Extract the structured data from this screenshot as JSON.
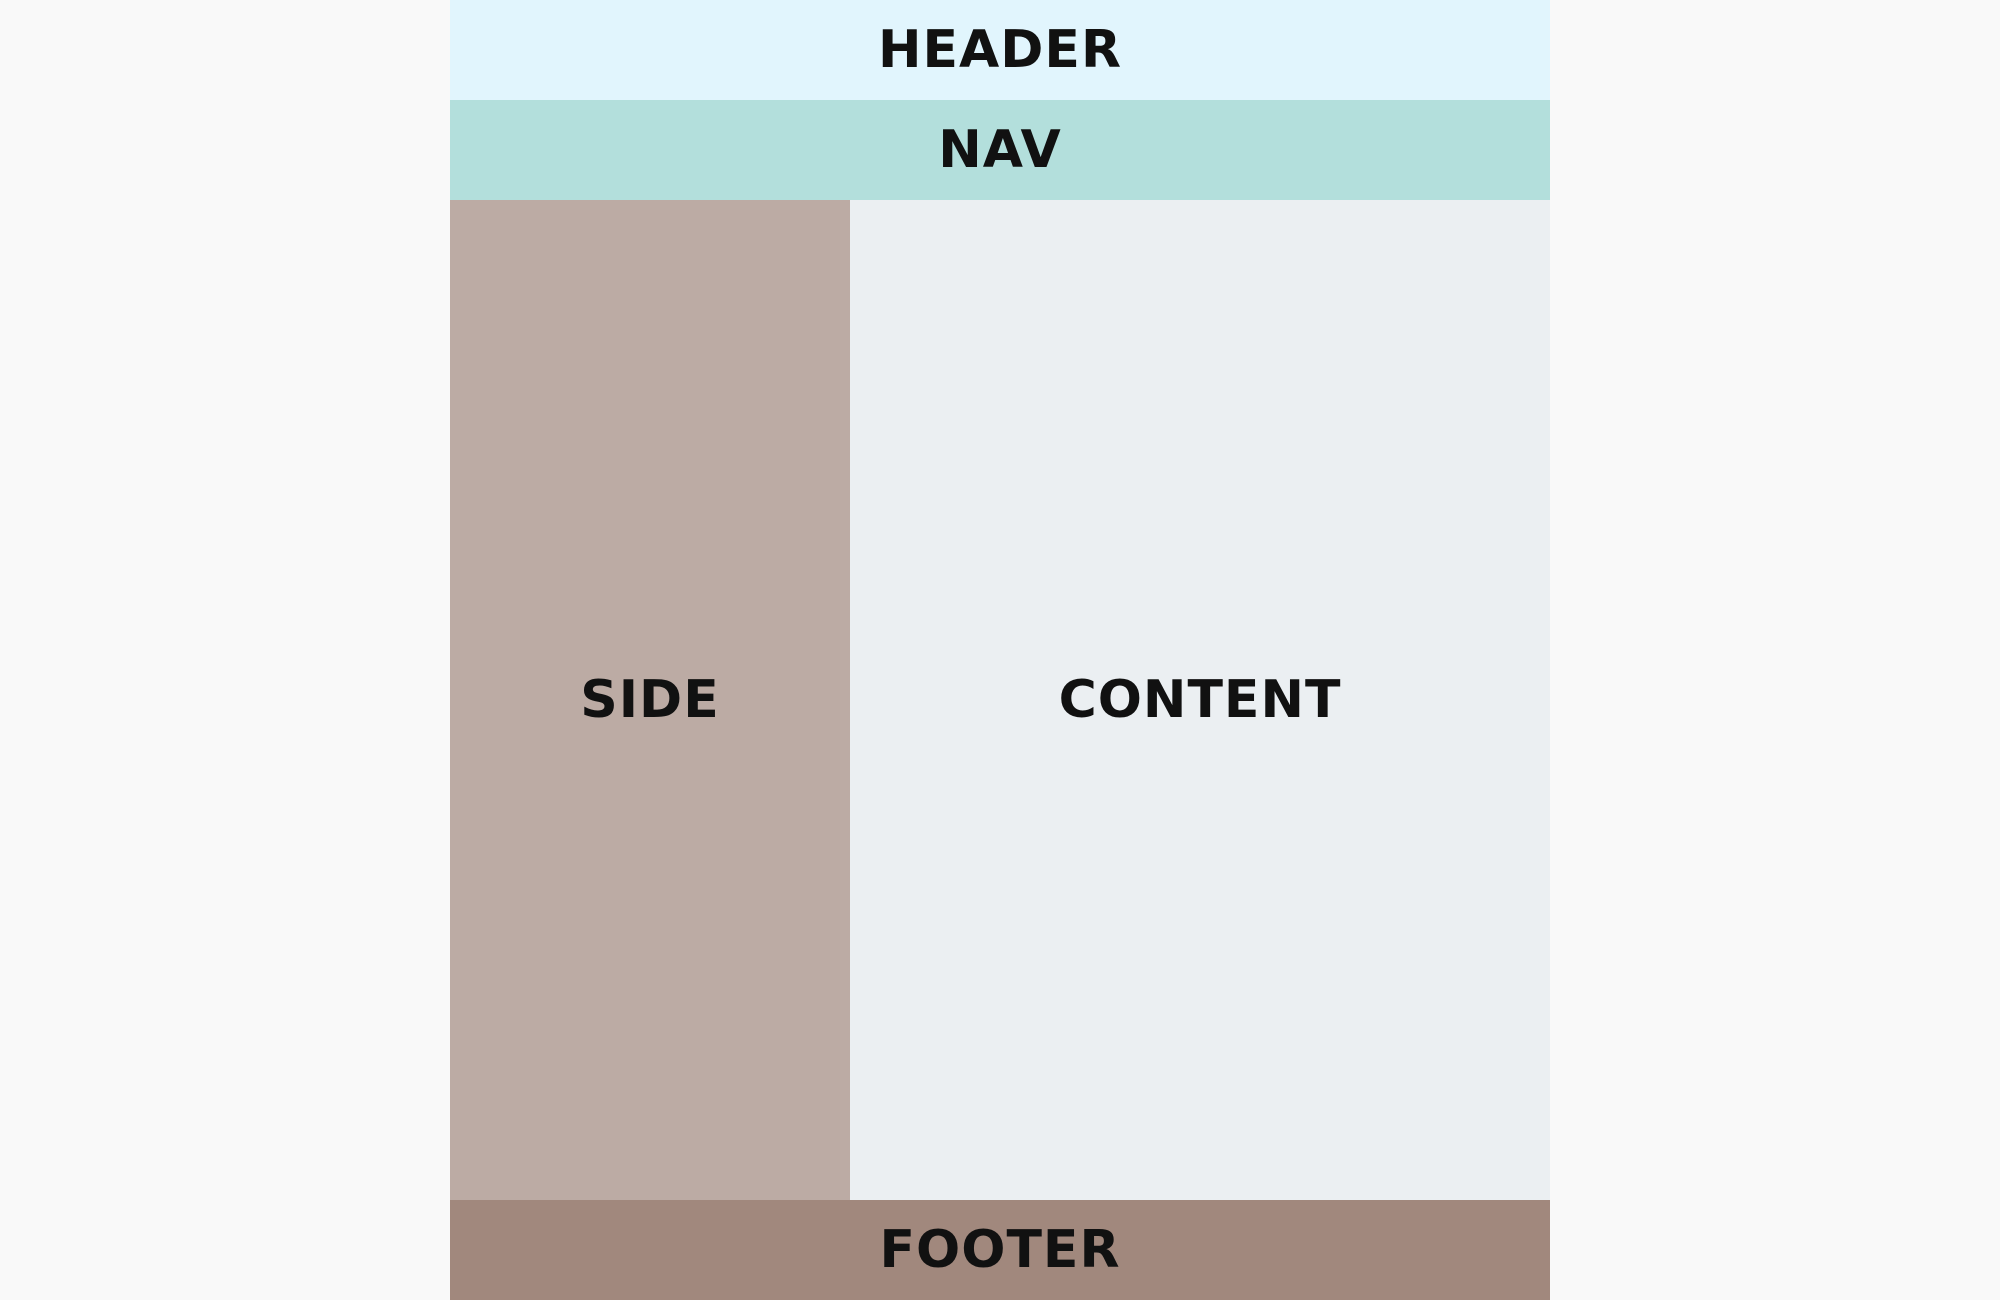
{
  "layout": {
    "header": {
      "label": "HEADER",
      "color": "#e1f5fd"
    },
    "nav": {
      "label": "NAV",
      "color": "#b3dfdc"
    },
    "side": {
      "label": "SIDE",
      "color": "#bcaba4"
    },
    "content": {
      "label": "CONTENT",
      "color": "#ebeff2"
    },
    "footer": {
      "label": "FOOTER",
      "color": "#a1887d"
    }
  },
  "colors": {
    "page_background": "#f9f9f9",
    "text": "#111111"
  }
}
